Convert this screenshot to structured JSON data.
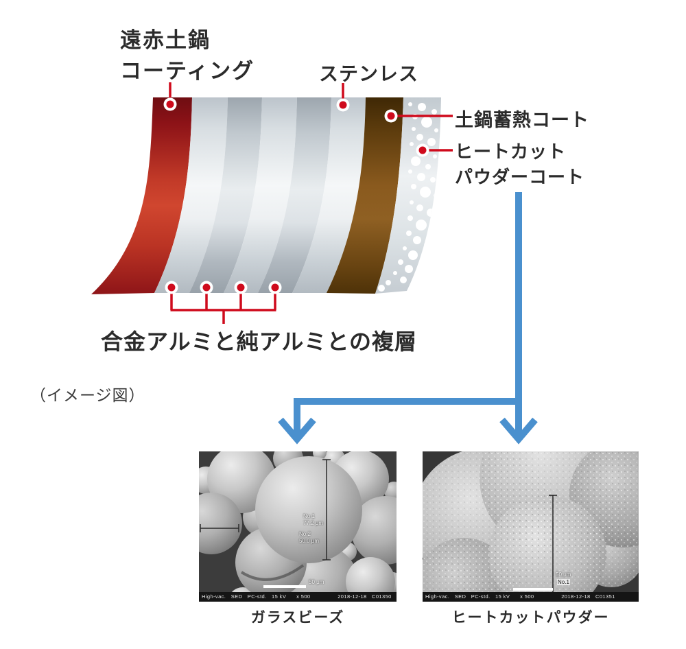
{
  "colors": {
    "callout_red": "#cf0a1c",
    "arrow_blue": "#4a90ce",
    "text_color": "#2b2b2b",
    "layer_red": "#c03a28",
    "layer_silver": "#eef1f3",
    "layer_gray": "#aab3bb",
    "layer_brown": "#8a5a1e",
    "layer_powder": "#dde3e6"
  },
  "pot_diagram": {
    "note": "（イメージ図）",
    "callouts": {
      "coating": {
        "line1": "遠赤土鍋",
        "line2": "コーティング",
        "target": "red-inner-coating-layer"
      },
      "stainless": {
        "line1": "ステンレス",
        "target": "stainless-layer"
      },
      "heat_storage": {
        "line1": "土鍋蓄熱コート",
        "target": "brown-outer-layer"
      },
      "heat_cut": {
        "line1": "ヒートカット",
        "line2": "パウダーコート",
        "target": "powder-dotted-layer"
      },
      "aluminum": {
        "line1": "合金アルミと純アルミとの複層",
        "target": "aluminum-multilayer"
      }
    }
  },
  "sem_images": [
    {
      "caption": "ガラスビーズ",
      "status_bar": "High-vac.   SED   PC-std.   15 kV      x 500                2018-12-18   C01350",
      "scale_label": "50 μm",
      "annotations": {
        "a1": "No.1",
        "a2": "77.2 μm",
        "a3": "No.2",
        "a4": "50.0 μm"
      }
    },
    {
      "caption": "ヒートカットパウダー",
      "status_bar": "High-vac.   SED   PC-std.   15 kV      x 500                2018-12-18   C01351",
      "scale_label": "50 μm",
      "annotations": {
        "a1": "No.1"
      }
    }
  ]
}
